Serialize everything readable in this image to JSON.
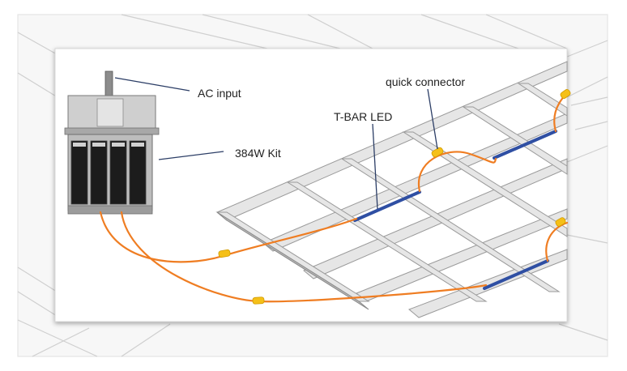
{
  "labels": {
    "ac_input": "AC input",
    "kit": "384W Kit",
    "quick_connector": "quick connector",
    "tbar_led": "T-BAR LED"
  },
  "colors": {
    "page": "#ffffff",
    "backdrop_sketch": "#cfcfcf",
    "panel_border": "#d8d8d8",
    "grid_rail_top": "#e6e6e6",
    "grid_rail_side": "#9a9a9a",
    "led_strip": "#2f4fa3",
    "cable": "#ef7d22",
    "connector": "#f5c018",
    "driver_body": "#bdbdbd",
    "driver_module": "#1c1c1c",
    "leader_line": "#2c3e66"
  }
}
